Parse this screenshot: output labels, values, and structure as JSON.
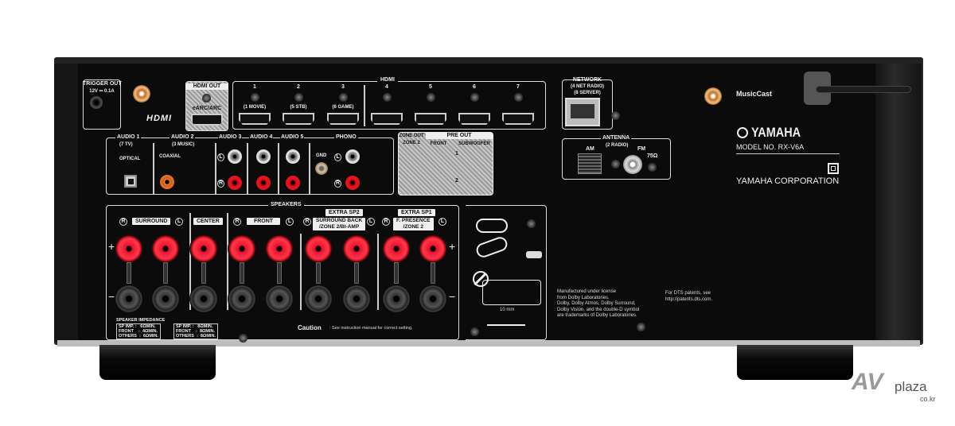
{
  "trigger": {
    "title": "TRIGGER OUT",
    "spec": "12V ⎓ 0.1A"
  },
  "hdmi_logo": "HDMI",
  "hdmi_out": {
    "title": "HDMI OUT",
    "sub": "eARC/ARC"
  },
  "hdmi": {
    "title": "HDMI",
    "ports": [
      {
        "num": "1",
        "sub": "(1 MOVIE)"
      },
      {
        "num": "2",
        "sub": "(5 STB)"
      },
      {
        "num": "3",
        "sub": "(6 GAME)"
      },
      {
        "num": "4"
      },
      {
        "num": "5"
      },
      {
        "num": "6"
      },
      {
        "num": "7"
      }
    ]
  },
  "audio": {
    "audio1": "AUDIO 1",
    "audio1_sub": "(7 TV)",
    "optical": "OPTICAL",
    "audio2": "AUDIO 2",
    "audio2_sub": "(3 MUSIC)",
    "coaxial": "COAXIAL",
    "audio3": "AUDIO 3",
    "audio4": "AUDIO 4",
    "audio5": "AUDIO 5",
    "phono": "PHONO",
    "gnd": "GND",
    "l": "L",
    "r": "R"
  },
  "preout": {
    "zone_out": "ZONE OUT",
    "zone2": "ZONE 2",
    "pre_out": "PRE OUT",
    "front": "FRONT",
    "subwoofer": "SUBWOOFER",
    "sub1": "1",
    "sub2": "2"
  },
  "network": {
    "title": "NETWORK",
    "sub1": "(4 NET RADIO)",
    "sub2": "(8 SERVER)"
  },
  "antenna": {
    "title": "ANTENNA",
    "sub": "(2 RADIO)",
    "am": "AM",
    "fm": "FM",
    "ohm": "75Ω"
  },
  "musiccast": "MusicCast",
  "brand": {
    "logo": "YAMAHA",
    "model": "MODEL NO.  RX-V6A",
    "corp": "YAMAHA CORPORATION"
  },
  "speakers": {
    "title": "SPEAKERS",
    "plus": "+",
    "minus": "−",
    "r": "R",
    "l": "L",
    "surround": "SURROUND",
    "center": "CENTER",
    "front": "FRONT",
    "extra_sp2": "EXTRA SP2",
    "surround_back": "SURROUND BACK\n/ZONE 2/BI-AMP",
    "extra_sp1": "EXTRA SP1",
    "presence": "F. PRESENCE\n/ZONE 2",
    "impedance_title": "SPEAKER IMPEDANCE",
    "imp1": [
      "SP IMP. :   6ΩMIN.",
      "FRONT    :  4ΩMIN.",
      "OTHERS  :  6ΩMIN."
    ],
    "imp2": [
      "SP IMP. :   8ΩMIN.",
      "FRONT    :  8ΩMIN.",
      "OTHERS  :  8ΩMIN."
    ],
    "caution": "Caution",
    "caution_text": ": See instruction manual for correct setting."
  },
  "wire_diagram": {
    "length": "10 mm"
  },
  "dolby_text": [
    "Manufactured under license",
    "from Dolby Laboratories.",
    "Dolby, Dolby Atmos, Dolby Surround,",
    "Dolby Vision, and the double-D symbol",
    "are trademarks of Dolby Laboratories."
  ],
  "dts_text": [
    "For DTS patents, see",
    "http://patents.dts.com."
  ],
  "watermark": {
    "logo": "AV",
    "name": "plaza",
    "domain": "co.kr"
  }
}
